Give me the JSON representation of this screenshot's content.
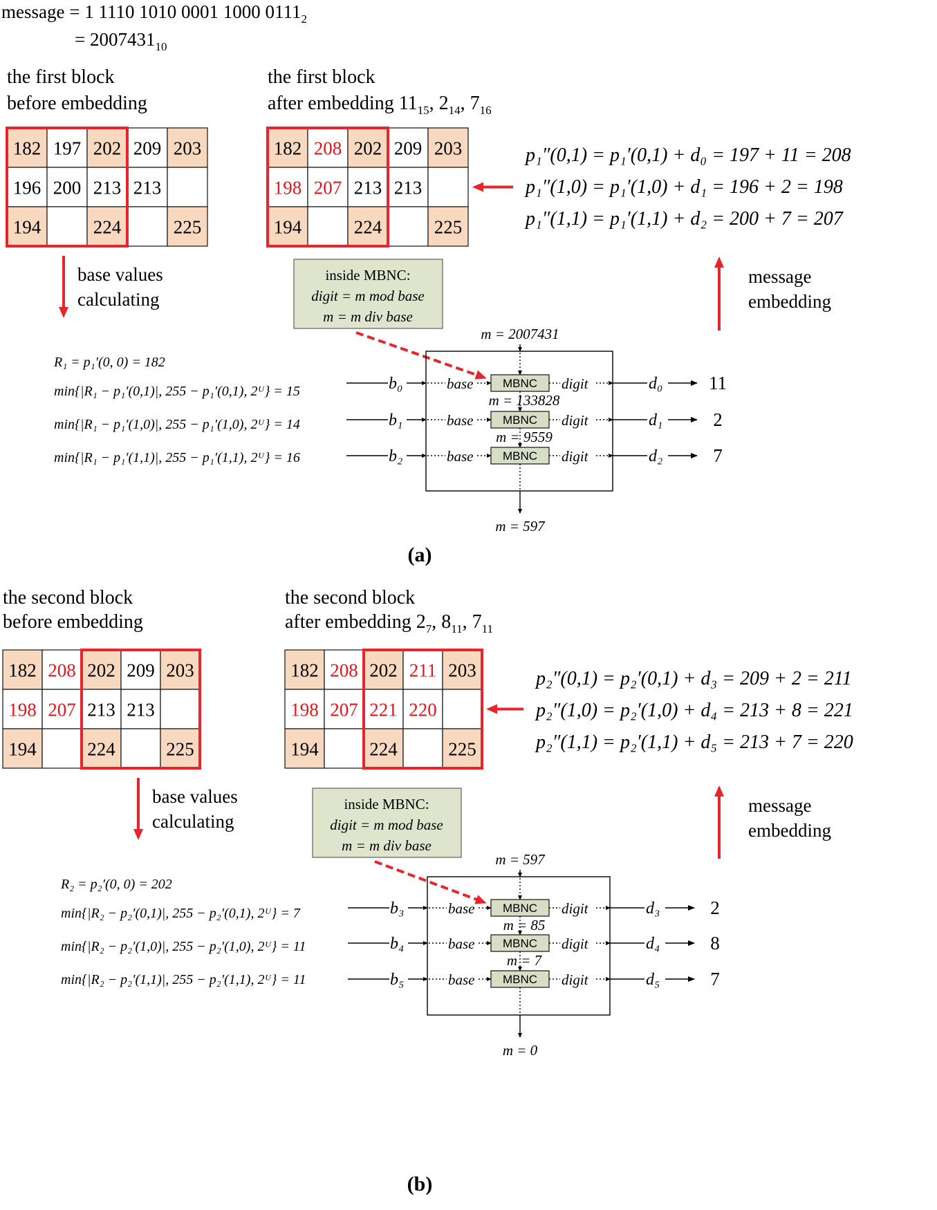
{
  "header": {
    "message_label": "message",
    "message_bits": "1 1110 1010 0001 1000 0111",
    "bits_base": "2",
    "message_dec": "2007431",
    "dec_base": "10"
  },
  "panel_a": {
    "caption": "a",
    "before_title_1": "the first block",
    "before_title_2": "before embedding",
    "after_title_1": "the first block",
    "after_title_2_prefix": "after embedding",
    "after_digits": [
      {
        "v": "11",
        "b": "15"
      },
      {
        "v": "2",
        "b": "14"
      },
      {
        "v": "7",
        "b": "16"
      }
    ],
    "before_grid": [
      [
        {
          "v": "182",
          "bg": "peach"
        },
        {
          "v": "197",
          "bg": "white"
        },
        {
          "v": "202",
          "bg": "peach"
        },
        {
          "v": "209",
          "bg": "white"
        },
        {
          "v": "203",
          "bg": "peach"
        }
      ],
      [
        {
          "v": "196",
          "bg": "white"
        },
        {
          "v": "200",
          "bg": "white"
        },
        {
          "v": "213",
          "bg": "white"
        },
        {
          "v": "213",
          "bg": "white"
        },
        {
          "v": "",
          "bg": "white"
        }
      ],
      [
        {
          "v": "194",
          "bg": "peach"
        },
        {
          "v": "",
          "bg": "white"
        },
        {
          "v": "224",
          "bg": "peach"
        },
        {
          "v": "",
          "bg": "white"
        },
        {
          "v": "225",
          "bg": "peach"
        }
      ]
    ],
    "after_grid": [
      [
        {
          "v": "182",
          "bg": "peach"
        },
        {
          "v": "208",
          "bg": "white",
          "red": true
        },
        {
          "v": "202",
          "bg": "peach"
        },
        {
          "v": "209",
          "bg": "white"
        },
        {
          "v": "203",
          "bg": "peach"
        }
      ],
      [
        {
          "v": "198",
          "bg": "white",
          "red": true
        },
        {
          "v": "207",
          "bg": "white",
          "red": true
        },
        {
          "v": "213",
          "bg": "white"
        },
        {
          "v": "213",
          "bg": "white"
        },
        {
          "v": "",
          "bg": "white"
        }
      ],
      [
        {
          "v": "194",
          "bg": "peach"
        },
        {
          "v": "",
          "bg": "white"
        },
        {
          "v": "224",
          "bg": "peach"
        },
        {
          "v": "",
          "bg": "white"
        },
        {
          "v": "225",
          "bg": "peach"
        }
      ]
    ],
    "base_calc_label_1": "base values",
    "base_calc_label_2": "calculating",
    "embed_label_1": "message",
    "embed_label_2": "embedding",
    "embed_eqs": [
      "p₁″(0,1) = p₁′(0,1) + d₀ = 197 + 11 = 208",
      "p₁″(1,0) = p₁′(1,0) + d₁ = 196 + 2 = 198",
      "p₁″(1,1) = p₁′(1,1) + d₂ = 200 + 7 = 207"
    ],
    "r_eq": "R₁ = p₁′(0, 0) = 182",
    "min_eqs": [
      "min{|R₁ − p₁′(0,1)|, 255 − p₁′(0,1), 2ᵁ} = 15",
      "min{|R₁ − p₁′(1,0)|, 255 − p₁′(1,0), 2ᵁ} = 14",
      "min{|R₁ − p₁′(1,1)|, 255 − p₁′(1,1), 2ᵁ} = 16"
    ],
    "inside_mbnc": [
      "inside MBNC:",
      "digit = m mod base",
      "m = m div base"
    ],
    "m_in": "m = 2007431",
    "m_mid": [
      "m = 133828",
      "m = 9559"
    ],
    "m_out": "m = 597",
    "bases": [
      "b₀",
      "b₁",
      "b₂"
    ],
    "ds": [
      "d₀",
      "d₁",
      "d₂"
    ],
    "outputs": [
      "11",
      "2",
      "7"
    ]
  },
  "panel_b": {
    "caption": "b",
    "before_title_1": "the second block",
    "before_title_2": "before embedding",
    "after_title_1": "the second block",
    "after_title_2_prefix": "after embedding",
    "after_digits": [
      {
        "v": "2",
        "b": "7"
      },
      {
        "v": "8",
        "b": "11"
      },
      {
        "v": "7",
        "b": "11"
      }
    ],
    "before_grid": [
      [
        {
          "v": "182",
          "bg": "peach"
        },
        {
          "v": "208",
          "bg": "white",
          "red": true
        },
        {
          "v": "202",
          "bg": "peach"
        },
        {
          "v": "209",
          "bg": "white"
        },
        {
          "v": "203",
          "bg": "peach"
        }
      ],
      [
        {
          "v": "198",
          "bg": "white",
          "red": true
        },
        {
          "v": "207",
          "bg": "white",
          "red": true
        },
        {
          "v": "213",
          "bg": "white"
        },
        {
          "v": "213",
          "bg": "white"
        },
        {
          "v": "",
          "bg": "white"
        }
      ],
      [
        {
          "v": "194",
          "bg": "peach"
        },
        {
          "v": "",
          "bg": "white"
        },
        {
          "v": "224",
          "bg": "peach"
        },
        {
          "v": "",
          "bg": "white"
        },
        {
          "v": "225",
          "bg": "peach"
        }
      ]
    ],
    "after_grid": [
      [
        {
          "v": "182",
          "bg": "peach"
        },
        {
          "v": "208",
          "bg": "white",
          "red": true
        },
        {
          "v": "202",
          "bg": "peach"
        },
        {
          "v": "211",
          "bg": "white",
          "red": true
        },
        {
          "v": "203",
          "bg": "peach"
        }
      ],
      [
        {
          "v": "198",
          "bg": "white",
          "red": true
        },
        {
          "v": "207",
          "bg": "white",
          "red": true
        },
        {
          "v": "221",
          "bg": "white",
          "red": true
        },
        {
          "v": "220",
          "bg": "white",
          "red": true
        },
        {
          "v": "",
          "bg": "white"
        }
      ],
      [
        {
          "v": "194",
          "bg": "peach"
        },
        {
          "v": "",
          "bg": "white"
        },
        {
          "v": "224",
          "bg": "peach"
        },
        {
          "v": "",
          "bg": "white"
        },
        {
          "v": "225",
          "bg": "peach"
        }
      ]
    ],
    "base_calc_label_1": "base values",
    "base_calc_label_2": "calculating",
    "embed_label_1": "message",
    "embed_label_2": "embedding",
    "embed_eqs": [
      "p₂″(0,1) = p₂′(0,1) + d₃ = 209 + 2 = 211",
      "p₂″(1,0) = p₂′(1,0) + d₄ = 213 + 8 = 221",
      "p₂″(1,1) = p₂′(1,1) + d₅ = 213 + 7 = 220"
    ],
    "r_eq": "R₂ = p₂′(0, 0) = 202",
    "min_eqs": [
      "min{|R₂ − p₂′(0,1)|, 255 − p₂′(0,1), 2ᵁ} = 7",
      "min{|R₂ − p₂′(1,0)|, 255 − p₂′(1,0), 2ᵁ} = 11",
      "min{|R₂ − p₂′(1,1)|, 255 − p₂′(1,1), 2ᵁ} = 11"
    ],
    "inside_mbnc": [
      "inside MBNC:",
      "digit = m mod base",
      "m = m div base"
    ],
    "m_in": "m = 597",
    "m_mid": [
      "m = 85",
      "m = 7"
    ],
    "m_out": "m = 0",
    "bases": [
      "b₃",
      "b₄",
      "b₅"
    ],
    "ds": [
      "d₃",
      "d₄",
      "d₅"
    ],
    "outputs": [
      "2",
      "8",
      "7"
    ]
  },
  "labels": {
    "base": "base",
    "digit": "digit",
    "mbnc": "MBNC"
  },
  "colors": {
    "peach": "#f8d9c0",
    "red": "#e8131b",
    "mbnc_fill": "#d8dec6"
  }
}
